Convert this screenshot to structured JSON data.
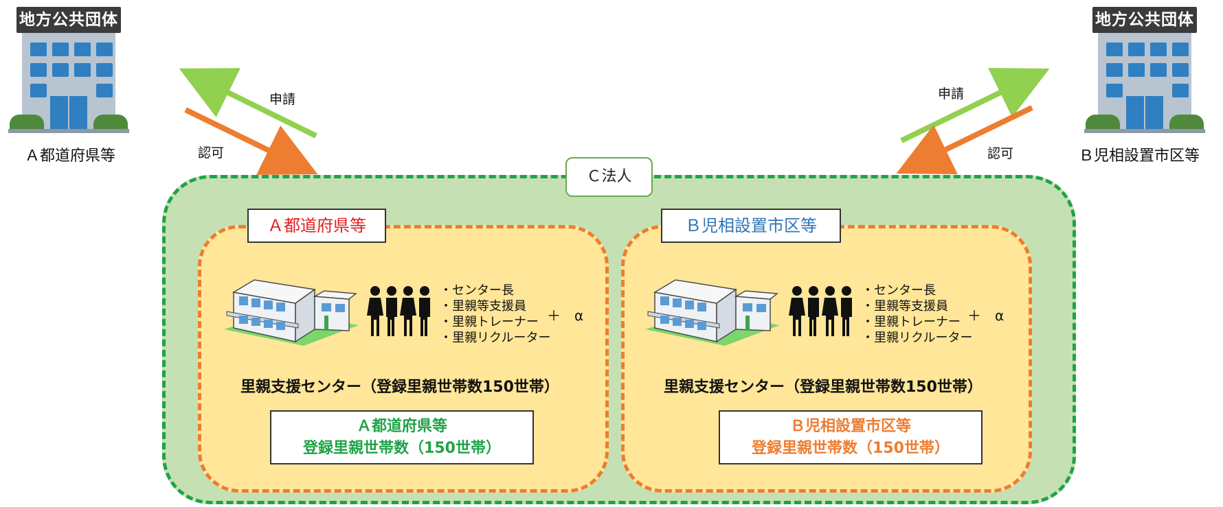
{
  "governments": {
    "left": {
      "sign": "地方公共団体",
      "caption": "Ａ都道府県等"
    },
    "right": {
      "sign": "地方公共団体",
      "caption": "Ｂ児相設置市区等"
    }
  },
  "arrows": {
    "left": {
      "apply_label": "申請",
      "approve_label": "認可"
    },
    "right": {
      "apply_label": "申請",
      "approve_label": "認可"
    }
  },
  "corporation": {
    "label": "Ｃ法人"
  },
  "units": [
    {
      "tag": "Ａ都道府県等",
      "roles": [
        "・センター長",
        "・里親等支援員",
        "・里親トレーナー",
        "・里親リクルーター"
      ],
      "plus_alpha": "＋　α",
      "center_name": "里親支援センター（登録里親世帯数150世帯）",
      "count_title": "Ａ都道府県等",
      "count_value": "登録里親世帯数（150世帯）"
    },
    {
      "tag": "Ｂ児相設置市区等",
      "roles": [
        "・センター長",
        "・里親等支援員",
        "・里親トレーナー",
        "・里親リクルーター"
      ],
      "plus_alpha": "＋　α",
      "center_name": "里親支援センター（登録里親世帯数150世帯）",
      "count_title": "Ｂ児相設置市区等",
      "count_value": "登録里親世帯数（150世帯）"
    }
  ],
  "colors": {
    "apply_arrow": "#92d050",
    "approve_arrow": "#ed7d31",
    "outer_fill": "#c5e0b3",
    "outer_border": "#1fa347",
    "inner_fill": "#ffe699",
    "inner_border": "#ed7d31",
    "tag_a_text": "#e02020",
    "tag_b_text": "#2e75b6",
    "count_a_text": "#1fa347",
    "count_b_text": "#ed7d31"
  }
}
